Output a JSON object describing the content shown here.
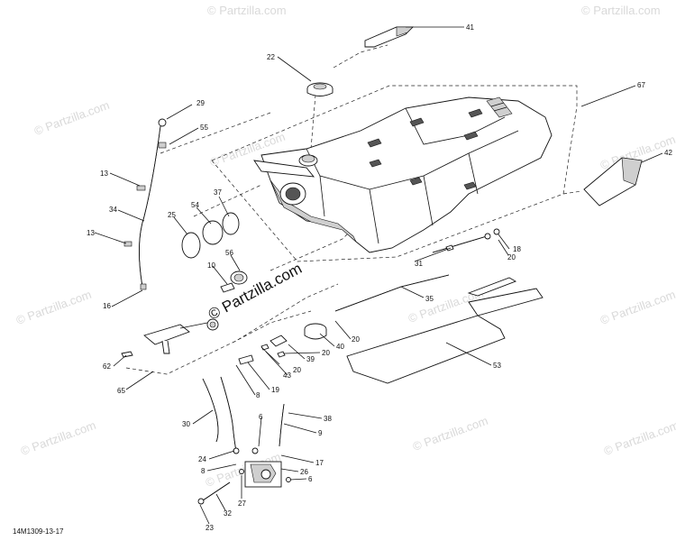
{
  "diagram_code": "14M1309-13-17",
  "watermark": "© Partzilla.com",
  "callouts": {
    "c41": "41",
    "c22": "22",
    "c67": "67",
    "c29": "29",
    "c55": "55",
    "c42": "42",
    "c13a": "13",
    "c34": "34",
    "c37": "37",
    "c54": "54",
    "c25": "25",
    "c13b": "13",
    "c18": "18",
    "c56": "56",
    "c10": "10",
    "c31": "31",
    "c20a": "20",
    "c16": "16",
    "c35": "35",
    "c40": "40",
    "c20b": "20",
    "c62": "62",
    "c39": "39",
    "c20c": "20",
    "c43": "43",
    "c53": "53",
    "c65": "65",
    "c19": "19",
    "c8a": "8",
    "c30": "30",
    "c38": "38",
    "c6a": "6",
    "c9": "9",
    "c24": "24",
    "c8b": "8",
    "c17": "17",
    "c26": "26",
    "c6b": "6",
    "c27": "27",
    "c32": "32",
    "c23": "23"
  }
}
